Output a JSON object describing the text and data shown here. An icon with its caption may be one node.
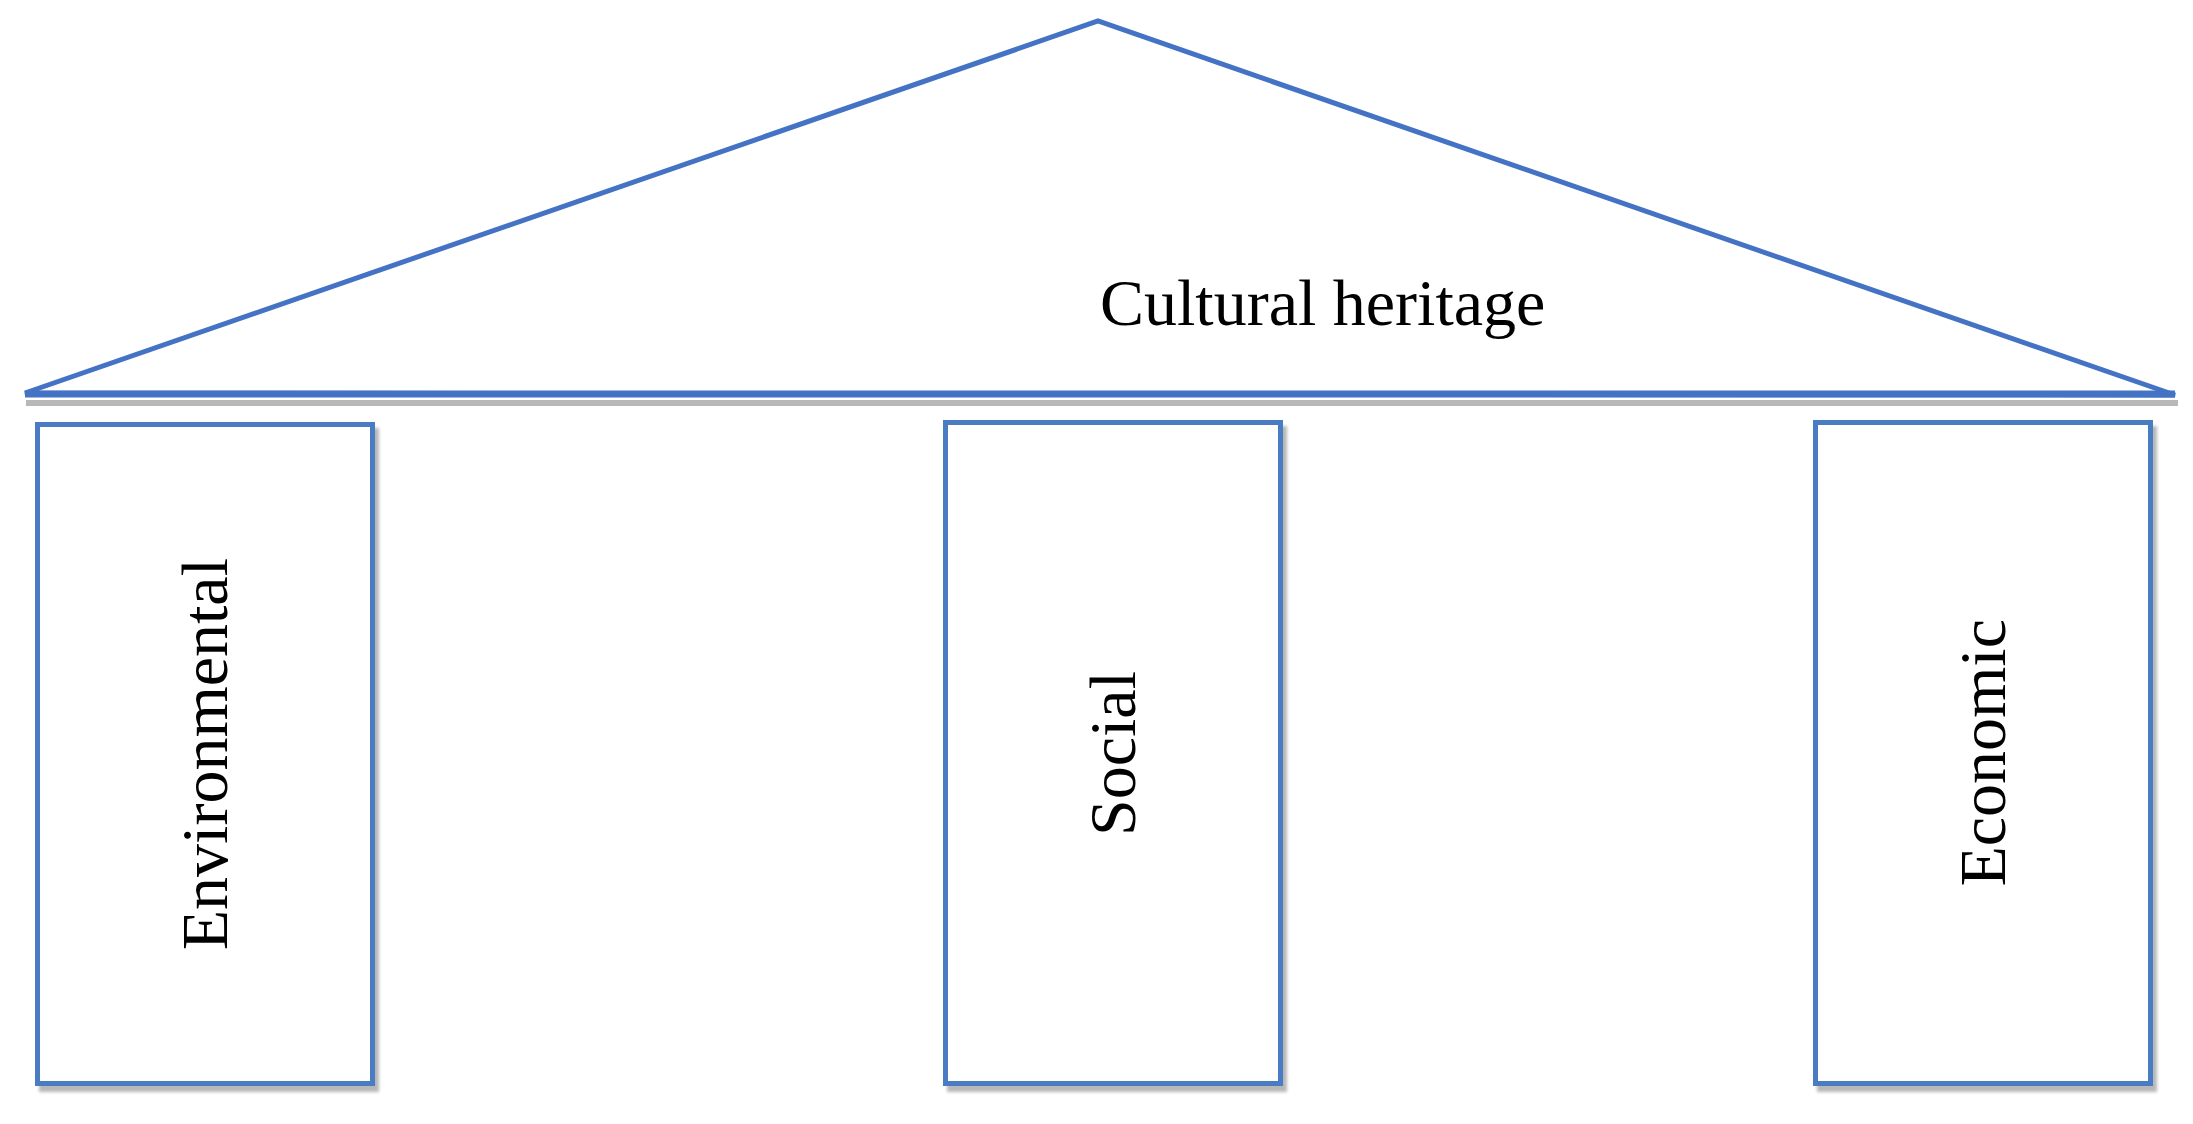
{
  "diagram": {
    "nodes": [
      {
        "text": [
          "Cultural heritage"
        ]
      },
      {
        "text": [
          "Environmental"
        ]
      },
      {
        "text": [
          "Social"
        ]
      },
      {
        "text": [
          "Economic"
        ]
      }
    ],
    "edges": []
  }
}
